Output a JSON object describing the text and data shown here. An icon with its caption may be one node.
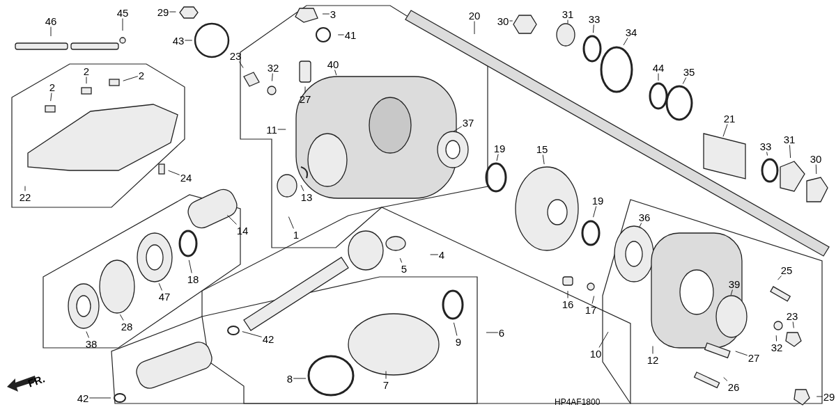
{
  "diagram": {
    "nodes": [
      {
        "text": [
          "46"
        ]
      },
      {
        "text": [
          "45"
        ]
      },
      {
        "text": [
          "29"
        ]
      },
      {
        "text": [
          "43"
        ]
      },
      {
        "text": [
          "3"
        ]
      },
      {
        "text": [
          "41"
        ]
      },
      {
        "text": [
          "23"
        ]
      },
      {
        "text": [
          "32"
        ]
      },
      {
        "text": [
          "27"
        ]
      },
      {
        "text": [
          "40"
        ]
      },
      {
        "text": [
          "2"
        ]
      },
      {
        "text": [
          "2"
        ]
      },
      {
        "text": [
          "2"
        ]
      },
      {
        "text": [
          "11"
        ]
      },
      {
        "text": [
          "37"
        ]
      },
      {
        "text": [
          "19"
        ]
      },
      {
        "text": [
          "15"
        ]
      },
      {
        "text": [
          "20"
        ]
      },
      {
        "text": [
          "30"
        ]
      },
      {
        "text": [
          "31"
        ]
      },
      {
        "text": [
          "33"
        ]
      },
      {
        "text": [
          "34"
        ]
      },
      {
        "text": [
          "44"
        ]
      },
      {
        "text": [
          "35"
        ]
      },
      {
        "text": [
          "21"
        ]
      },
      {
        "text": [
          "33"
        ]
      },
      {
        "text": [
          "31"
        ]
      },
      {
        "text": [
          "30"
        ]
      },
      {
        "text": [
          "24"
        ]
      },
      {
        "text": [
          "22"
        ]
      },
      {
        "text": [
          "13"
        ]
      },
      {
        "text": [
          "1"
        ]
      },
      {
        "text": [
          "14"
        ]
      },
      {
        "text": [
          "19"
        ]
      },
      {
        "text": [
          "36"
        ]
      },
      {
        "text": [
          "25"
        ]
      },
      {
        "text": [
          "16"
        ]
      },
      {
        "text": [
          "17"
        ]
      },
      {
        "text": [
          "39"
        ]
      },
      {
        "text": [
          "18"
        ]
      },
      {
        "text": [
          "47"
        ]
      },
      {
        "text": [
          "5"
        ]
      },
      {
        "text": [
          "4"
        ]
      },
      {
        "text": [
          "38"
        ]
      },
      {
        "text": [
          "28"
        ]
      },
      {
        "text": [
          "42"
        ]
      },
      {
        "text": [
          "9"
        ]
      },
      {
        "text": [
          "6"
        ]
      },
      {
        "text": [
          "10"
        ]
      },
      {
        "text": [
          "23"
        ]
      },
      {
        "text": [
          "32"
        ]
      },
      {
        "text": [
          "27"
        ]
      },
      {
        "text": [
          "12"
        ]
      },
      {
        "text": [
          "8"
        ]
      },
      {
        "text": [
          "7"
        ]
      },
      {
        "text": [
          "26"
        ]
      },
      {
        "text": [
          "42"
        ]
      },
      {
        "text": [
          "29"
        ]
      }
    ],
    "edges": [
      {
        "from": 0,
        "to": null,
        "arrow": "none"
      },
      {
        "from": 1,
        "to": null,
        "arrow": "none"
      },
      {
        "from": 2,
        "to": null,
        "arrow": "none"
      },
      {
        "from": 3,
        "to": null,
        "arrow": "none"
      },
      {
        "from": 4,
        "to": null,
        "arrow": "none"
      },
      {
        "from": 5,
        "to": null,
        "arrow": "none"
      },
      {
        "from": 6,
        "to": null,
        "arrow": "none"
      },
      {
        "from": 7,
        "to": null,
        "arrow": "none"
      },
      {
        "from": 8,
        "to": null,
        "arrow": "none"
      },
      {
        "from": 9,
        "to": null,
        "arrow": "none"
      },
      {
        "from": 10,
        "to": null,
        "arrow": "none"
      },
      {
        "from": 11,
        "to": null,
        "arrow": "none"
      },
      {
        "from": 12,
        "to": null,
        "arrow": "none"
      },
      {
        "from": 13,
        "to": null,
        "arrow": "none"
      },
      {
        "from": 14,
        "to": null,
        "arrow": "none"
      },
      {
        "from": 15,
        "to": null,
        "arrow": "none"
      },
      {
        "from": 16,
        "to": null,
        "arrow": "none"
      },
      {
        "from": 17,
        "to": null,
        "arrow": "none"
      },
      {
        "from": 18,
        "to": null,
        "arrow": "none"
      },
      {
        "from": 19,
        "to": null,
        "arrow": "none"
      },
      {
        "from": 20,
        "to": null,
        "arrow": "none"
      },
      {
        "from": 21,
        "to": null,
        "arrow": "none"
      },
      {
        "from": 22,
        "to": null,
        "arrow": "none"
      },
      {
        "from": 23,
        "to": null,
        "arrow": "none"
      },
      {
        "from": 24,
        "to": null,
        "arrow": "none"
      },
      {
        "from": 25,
        "to": null,
        "arrow": "none"
      },
      {
        "from": 26,
        "to": null,
        "arrow": "none"
      },
      {
        "from": 27,
        "to": null,
        "arrow": "none"
      },
      {
        "from": 28,
        "to": null,
        "arrow": "none"
      },
      {
        "from": 29,
        "to": null,
        "arrow": "none"
      },
      {
        "from": 30,
        "to": null,
        "arrow": "none"
      },
      {
        "from": 31,
        "to": null,
        "arrow": "none"
      },
      {
        "from": 32,
        "to": null,
        "arrow": "none"
      },
      {
        "from": 33,
        "to": null,
        "arrow": "none"
      },
      {
        "from": 34,
        "to": null,
        "arrow": "none"
      },
      {
        "from": 35,
        "to": null,
        "arrow": "none"
      },
      {
        "from": 36,
        "to": null,
        "arrow": "none"
      },
      {
        "from": 37,
        "to": null,
        "arrow": "none"
      },
      {
        "from": 38,
        "to": null,
        "arrow": "none"
      },
      {
        "from": 39,
        "to": null,
        "arrow": "none"
      },
      {
        "from": 40,
        "to": null,
        "arrow": "none"
      },
      {
        "from": 41,
        "to": null,
        "arrow": "none"
      },
      {
        "from": 42,
        "to": null,
        "arrow": "none"
      },
      {
        "from": 43,
        "to": null,
        "arrow": "none"
      },
      {
        "from": 44,
        "to": null,
        "arrow": "none"
      },
      {
        "from": 45,
        "to": null,
        "arrow": "none"
      },
      {
        "from": 46,
        "to": null,
        "arrow": "none"
      },
      {
        "from": 47,
        "to": null,
        "arrow": "none"
      },
      {
        "from": 48,
        "to": null,
        "arrow": "none"
      },
      {
        "from": 49,
        "to": null,
        "arrow": "none"
      },
      {
        "from": 50,
        "to": null,
        "arrow": "none"
      },
      {
        "from": 51,
        "to": null,
        "arrow": "none"
      },
      {
        "from": 52,
        "to": null,
        "arrow": "none"
      },
      {
        "from": 53,
        "to": null,
        "arrow": "none"
      },
      {
        "from": 54,
        "to": null,
        "arrow": "none"
      },
      {
        "from": 55,
        "to": null,
        "arrow": "none"
      },
      {
        "from": 56,
        "to": null,
        "arrow": "none"
      },
      {
        "from": 57,
        "to": null,
        "arrow": "none"
      }
    ],
    "labels": [
      "FR.",
      "HP4AF1800"
    ]
  }
}
